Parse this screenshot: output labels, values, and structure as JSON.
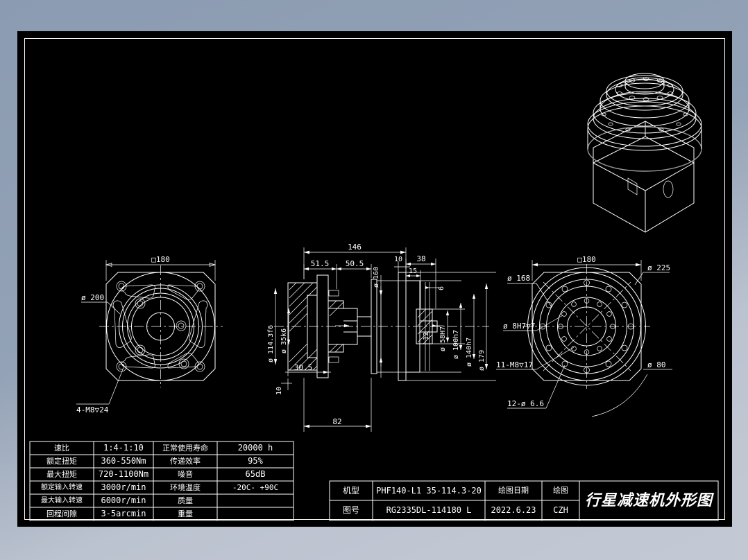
{
  "sheet": {
    "bg_color": "#000000",
    "line_color": "#ffffff",
    "page_bg": "#8b9bb1"
  },
  "views": {
    "iso": {
      "name": "isometric-3d-view"
    },
    "left": {
      "name": "left-end-view",
      "dims": [
        {
          "id": "sq180",
          "text": "□180"
        },
        {
          "id": "d200",
          "text": "ø 200"
        },
        {
          "id": "m8",
          "text": "4-M8▽24"
        }
      ]
    },
    "section": {
      "name": "center-section-view",
      "dims": [
        {
          "id": "l146",
          "text": "146"
        },
        {
          "id": "l515",
          "text": "51.5"
        },
        {
          "id": "l505",
          "text": "50.5"
        },
        {
          "id": "l10a",
          "text": "10"
        },
        {
          "id": "l38",
          "text": "38"
        },
        {
          "id": "l15",
          "text": "15"
        },
        {
          "id": "l6",
          "text": "6"
        },
        {
          "id": "l12",
          "text": "12"
        },
        {
          "id": "l82",
          "text": "82"
        },
        {
          "id": "l305",
          "text": "30.5"
        },
        {
          "id": "l10b",
          "text": "10"
        },
        {
          "id": "d1143",
          "text": "ø 114.3f6"
        },
        {
          "id": "d35",
          "text": "ø 35k6"
        },
        {
          "id": "d160",
          "text": "ø 160"
        },
        {
          "id": "d58",
          "text": "ø 58H7"
        },
        {
          "id": "d100",
          "text": "ø 100h7"
        },
        {
          "id": "d140",
          "text": "ø 140h7"
        },
        {
          "id": "d179",
          "text": "ø 179"
        }
      ]
    },
    "right": {
      "name": "right-end-view",
      "dims": [
        {
          "id": "sq180r",
          "text": "□180"
        },
        {
          "id": "d225",
          "text": "ø 225"
        },
        {
          "id": "d168",
          "text": "ø 168"
        },
        {
          "id": "d8h7",
          "text": "ø 8H7▽7"
        },
        {
          "id": "m8x11",
          "text": "11-M8▽17"
        },
        {
          "id": "h12",
          "text": "12-ø 6.6"
        },
        {
          "id": "d80",
          "text": "ø 80"
        }
      ]
    }
  },
  "spec_table": {
    "name": "specification-table",
    "rows": [
      {
        "label": "速比",
        "value": "1:4-1:10",
        "label2": "正常使用寿命",
        "value2": "20000 h"
      },
      {
        "label": "额定扭矩",
        "value": "360-550Nm",
        "label2": "传递效率",
        "value2": "95%"
      },
      {
        "label": "最大扭矩",
        "value": "720-1100Nm",
        "label2": "噪音",
        "value2": "65dB"
      },
      {
        "label": "额定输入转速",
        "value": "3000r/min",
        "label2": "环境温度",
        "value2": "-20C-  +90C"
      },
      {
        "label": "最大输入转速",
        "value": "6000r/min",
        "label2": "质量",
        "value2": ""
      },
      {
        "label": "回程间隙",
        "value": "3-5arcmin",
        "label2": "重量",
        "value2": ""
      }
    ]
  },
  "title_block": {
    "name": "title-block",
    "model_label": "机型",
    "model_value": "PHF140-L1  35-114.3-20",
    "drawing_label": "图号",
    "drawing_value": "RG2335DL-114180 L",
    "date_label": "绘图日期",
    "date_value": "2022.6.23",
    "drawn_label": "绘图",
    "drawn_value": "CZH",
    "title": "行星减速机外形图"
  }
}
